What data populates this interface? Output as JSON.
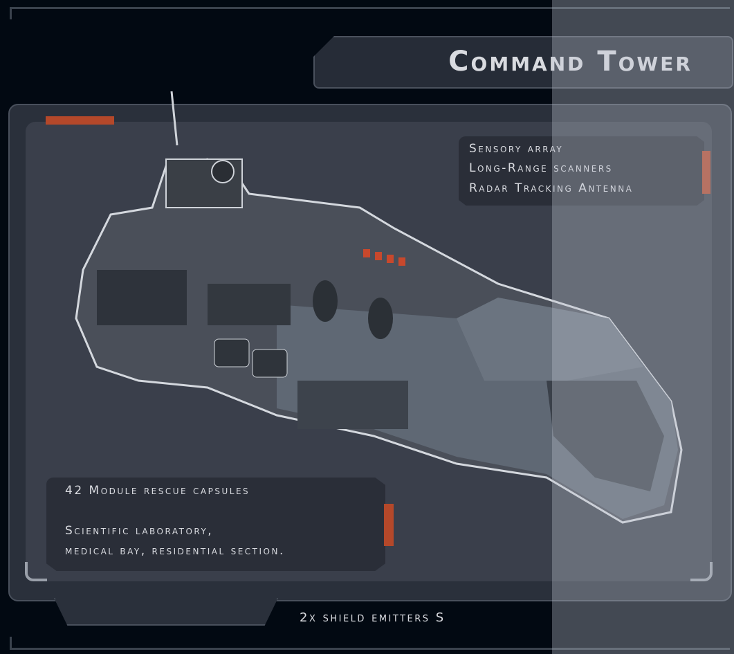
{
  "title": "Command Tower",
  "top_info": [
    "Sensory array",
    "Long-Range scanners",
    "Radar Tracking Antenna"
  ],
  "bottom_info": [
    "42 Module rescue capsules",
    "Scientific laboratory,",
    "medical bay, residential section."
  ],
  "footer_label": "2x shield emitters S",
  "colors": {
    "accent": "#b4482a",
    "background": "#020912",
    "panel": "#3a3f4b"
  }
}
